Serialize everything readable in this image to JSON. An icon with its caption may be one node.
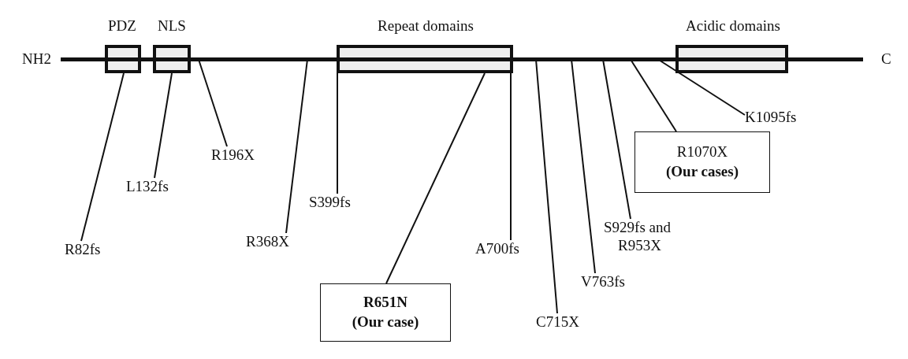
{
  "diagram": {
    "nodes": [
      {
        "text": [
          "PDZ"
        ]
      },
      {
        "text": [
          "NLS"
        ]
      },
      {
        "text": [
          "Repeat domains"
        ]
      },
      {
        "text": [
          "Acidic domains"
        ]
      },
      {
        "text": [],
        "shape": "bar",
        "beside": [
          "NH2",
          "C"
        ]
      },
      {
        "text": [
          "R82fs"
        ]
      },
      {
        "text": [
          "L132fs"
        ]
      },
      {
        "text": [
          "R196X"
        ]
      },
      {
        "text": [
          "R368X"
        ]
      },
      {
        "text": [
          "S399fs"
        ]
      },
      {
        "text": [
          "R651N",
          "(Our case)"
        ]
      },
      {
        "text": [
          "A700fs"
        ]
      },
      {
        "text": [
          "C715X"
        ]
      },
      {
        "text": [
          "V763fs"
        ]
      },
      {
        "text": [
          "S929fs and R953X"
        ]
      },
      {
        "text": [
          "R1070X",
          "(Our cases)"
        ]
      },
      {
        "text": [
          "K1095fs"
        ]
      }
    ],
    "edges": [
      {
        "from": 5,
        "to": 0,
        "arrow": "none"
      },
      {
        "from": 6,
        "to": 1,
        "arrow": "none"
      },
      {
        "from": 7,
        "to": 4,
        "arrow": "none"
      },
      {
        "from": 8,
        "to": 4,
        "arrow": "none"
      },
      {
        "from": 9,
        "to": 2,
        "arrow": "none"
      },
      {
        "from": 10,
        "to": 2,
        "arrow": "none"
      },
      {
        "from": 11,
        "to": 2,
        "arrow": "none"
      },
      {
        "from": 12,
        "to": 4,
        "arrow": "none"
      },
      {
        "from": 13,
        "to": 4,
        "arrow": "none"
      },
      {
        "from": 14,
        "to": 4,
        "arrow": "none"
      },
      {
        "from": 15,
        "to": 4,
        "arrow": "none"
      },
      {
        "from": 16,
        "to": 4,
        "arrow": "none"
      }
    ]
  }
}
